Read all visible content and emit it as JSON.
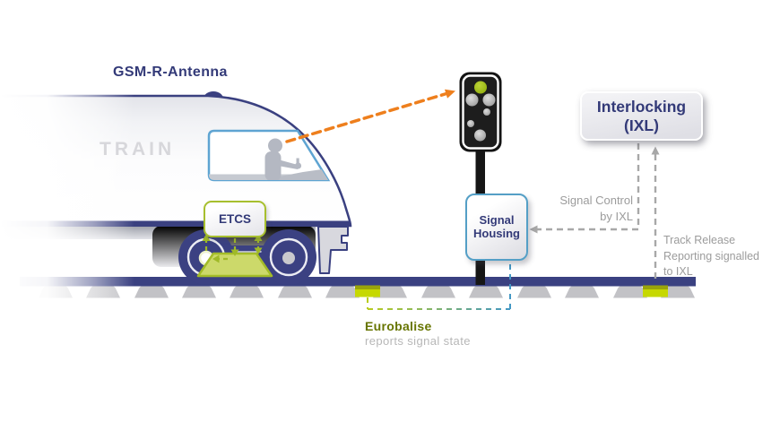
{
  "train": {
    "name_label": "TRAIN",
    "antenna_label": "GSM-R-Antenna",
    "etcs_label": "ETCS"
  },
  "signal": {
    "housing_label": "Signal\nHousing"
  },
  "interlocking": {
    "label": "Interlocking\n(IXL)"
  },
  "annotations": {
    "signal_control": "Signal Control\nby IXL",
    "track_release": "Track Release\nReporting signalled\nto IXL",
    "eurobalise_title": "Eurobalise",
    "eurobalise_subtitle": "reports signal state"
  },
  "colors": {
    "navy": "#363d7c",
    "orange": "#ee7f1d",
    "green_dash": "#9fb927",
    "green_fill": "#ccd96a",
    "balise_bright": "#c6d800",
    "balise_dark": "#9aa40a",
    "blue_dash": "#4398c4",
    "box_blue_border": "#549fc6",
    "gray_dash": "#a8a8a8",
    "label_gray": "#9c9c9c",
    "train_label_gray": "#d7d7db",
    "signal_green_light": "#a6c41c",
    "eurobalise_text": "#677500"
  }
}
